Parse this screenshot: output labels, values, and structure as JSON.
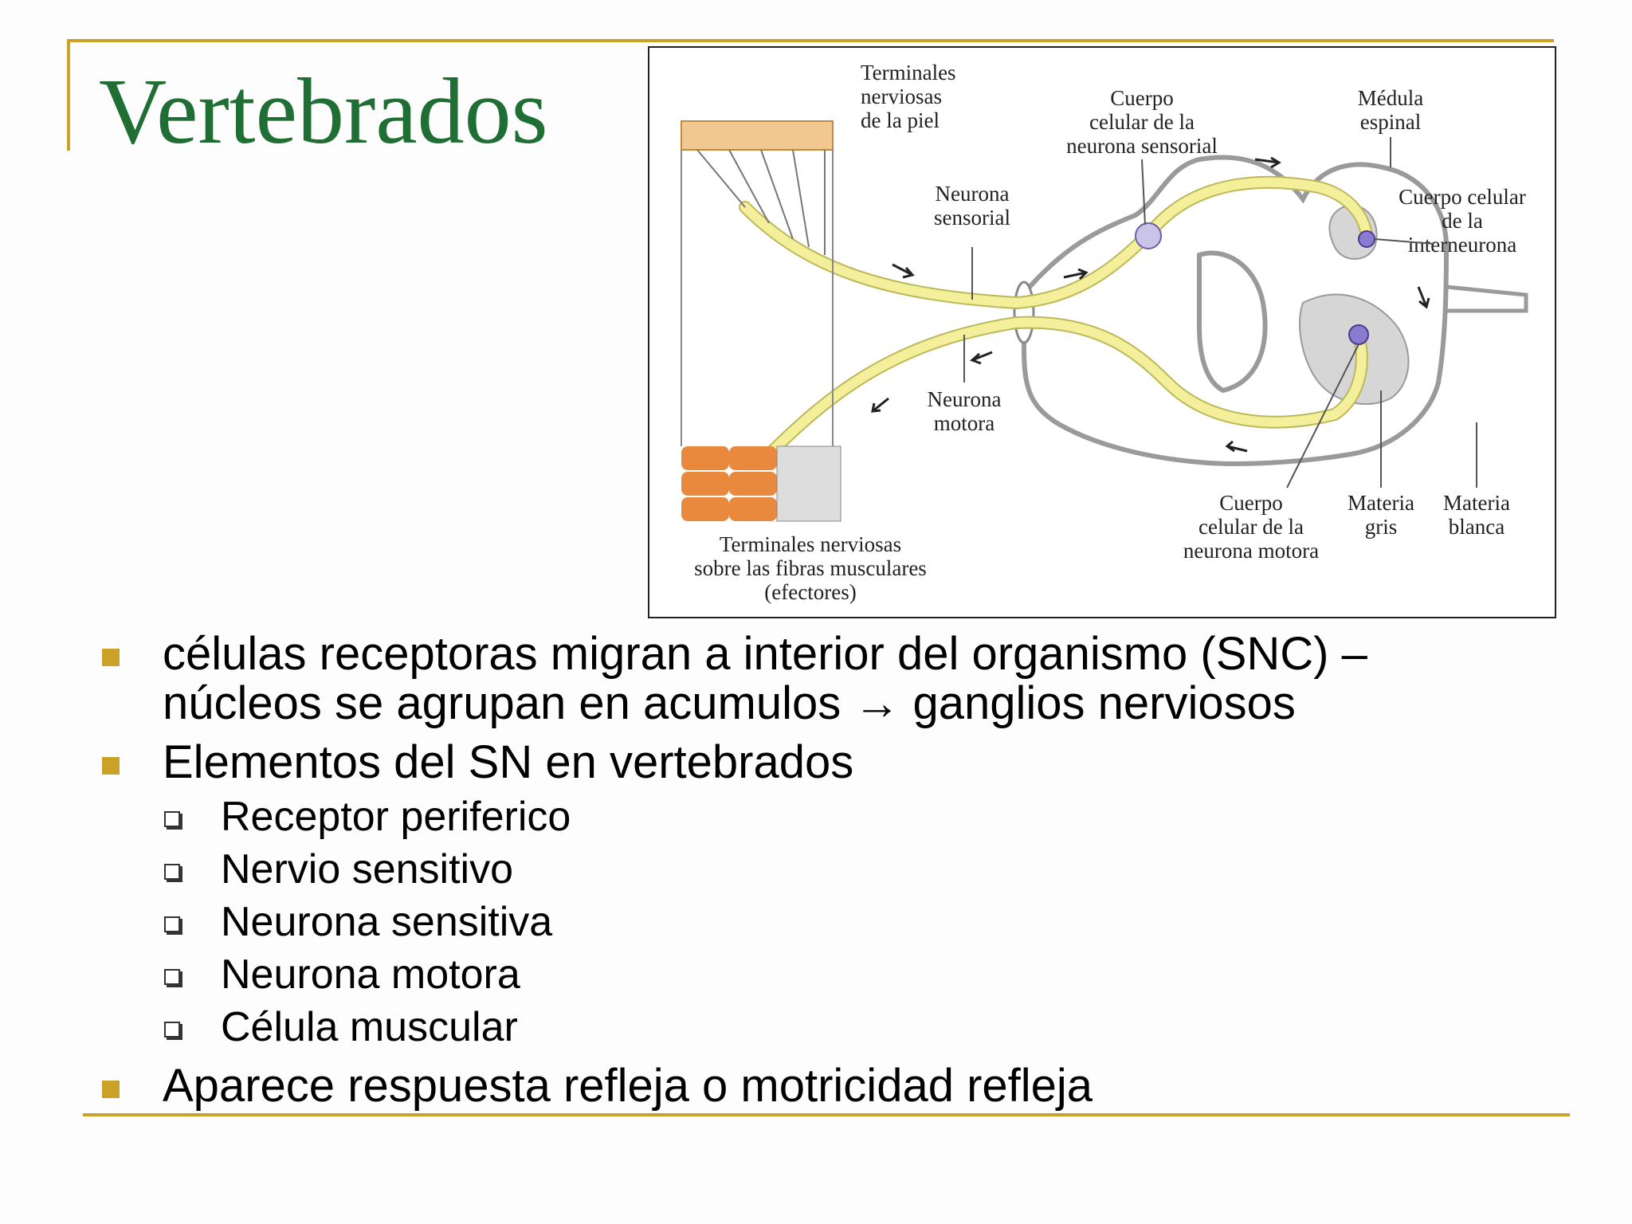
{
  "slide": {
    "title": "Vertebrados",
    "figure": {
      "labels": {
        "skin_terminals": [
          "Terminales",
          "nerviosas",
          "de la piel"
        ],
        "sensory_body": [
          "Cuerpo",
          "celular de la",
          "neurona sensorial"
        ],
        "spinal_cord": [
          "Médula",
          "espinal"
        ],
        "sensory_neuron": [
          "Neurona",
          "sensorial"
        ],
        "interneuron_body": [
          "Cuerpo celular",
          "de la",
          "interneurona"
        ],
        "motor_neuron": [
          "Neurona",
          "motora"
        ],
        "motor_body": [
          "Cuerpo",
          "celular de la",
          "neurona motora"
        ],
        "gray_matter": [
          "Materia",
          "gris"
        ],
        "white_matter": [
          "Materia",
          "blanca"
        ],
        "muscle_terminals": [
          "Terminales nerviosas",
          "sobre las fibras musculares",
          "(efectores)"
        ]
      }
    },
    "bullets": [
      {
        "text": "células receptoras migran a interior del organismo (SNC) –",
        "text2": "núcleos se agrupan en acumulos → ganglios nerviosos"
      },
      {
        "text": "Elementos del SN en vertebrados"
      },
      {
        "text": "Aparece respuesta refleja o motricidad refleja"
      }
    ],
    "subbullets": [
      "Receptor periferico",
      "Nervio sensitivo",
      "Neurona sensitiva",
      "Neurona motora",
      "Célula muscular"
    ],
    "colors": {
      "title": "#1f6e34",
      "accent": "#c9a227",
      "axon": "#f3ef9a",
      "muscle": "#e8893d"
    }
  }
}
